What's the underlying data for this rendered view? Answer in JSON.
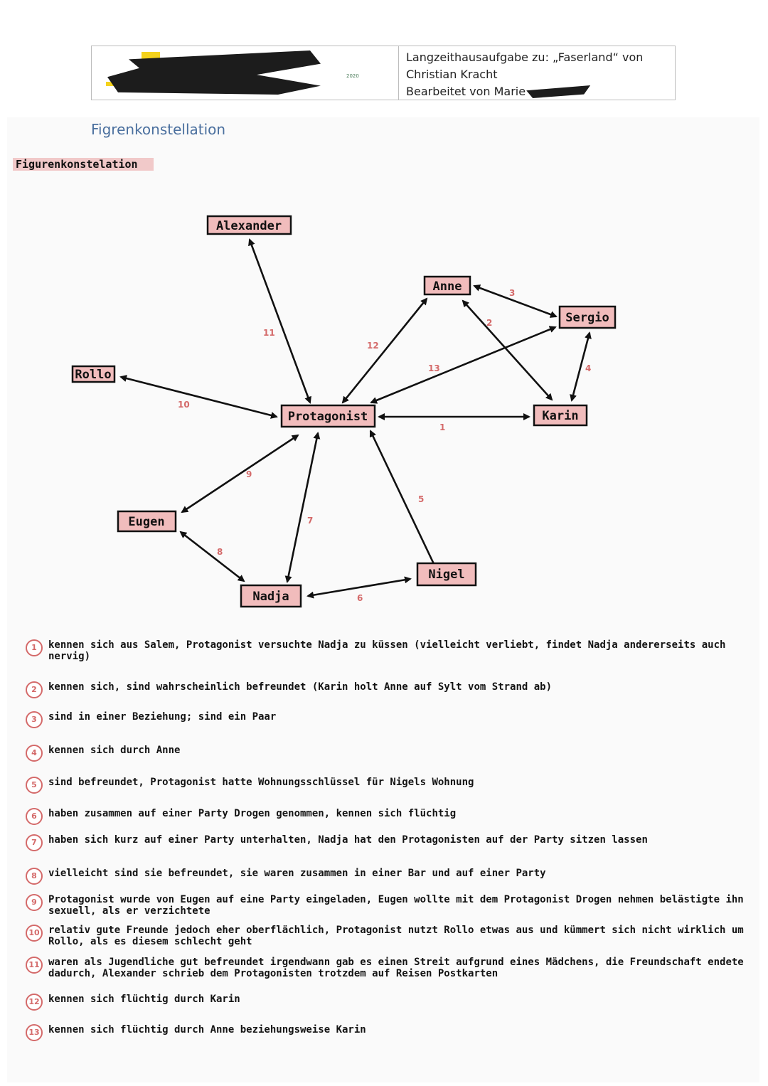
{
  "header": {
    "title_line1": "Langzeithausaufgabe zu: „Faserland“ von",
    "title_line2": "Christian Kracht",
    "title_line3": "Bearbeitet von Marie",
    "year_fragment": "2020"
  },
  "section_title": "Figrenkonstellation",
  "page_heading": "Figurenkonstelation",
  "colors": {
    "node_fill": "#f1bcbc",
    "accent_numbers": "#d46a6a",
    "heading_fill": "#f1c9c9",
    "section_title": "#4a6f9e"
  },
  "diagram": {
    "nodes": {
      "alexander": "Alexander",
      "anne": "Anne",
      "sergio": "Sergio",
      "rollo": "Rollo",
      "protagonist": "Protagonist",
      "karin": "Karin",
      "eugen": "Eugen",
      "nigel": "Nigel",
      "nadja": "Nadja"
    },
    "edge_numbers": [
      "1",
      "2",
      "3",
      "4",
      "5",
      "6",
      "7",
      "8",
      "9",
      "10",
      "11",
      "12",
      "13"
    ]
  },
  "notes": [
    {
      "num": "1",
      "text": "kennen sich aus Salem, Protagonist versuchte Nadja zu küssen (vielleicht verliebt, findet Nadja andererseits auch nervig)"
    },
    {
      "num": "2",
      "text": "kennen sich, sind wahrscheinlich befreundet (Karin holt Anne auf Sylt vom Strand ab)"
    },
    {
      "num": "3",
      "text": "sind in einer Beziehung; sind ein Paar"
    },
    {
      "num": "4",
      "text": "kennen sich durch Anne"
    },
    {
      "num": "5",
      "text": "sind befreundet, Protagonist hatte Wohnungsschlüssel für Nigels Wohnung"
    },
    {
      "num": "6",
      "text": "haben zusammen auf einer Party Drogen genommen, kennen sich flüchtig"
    },
    {
      "num": "7",
      "text": "haben sich kurz auf einer Party unterhalten, Nadja hat den Protagonisten auf der Party sitzen lassen"
    },
    {
      "num": "8",
      "text": "vielleicht sind sie befreundet, sie waren zusammen in einer Bar und auf einer Party"
    },
    {
      "num": "9",
      "text": "Protagonist wurde von Eugen auf eine Party eingeladen, Eugen wollte mit dem Protagonist Drogen nehmen belästigte ihn sexuell, als er verzichtete"
    },
    {
      "num": "10",
      "text": "relativ gute Freunde jedoch eher oberflächlich, Protagonist nutzt Rollo etwas aus und kümmert sich nicht wirklich um Rollo, als es diesem schlecht geht"
    },
    {
      "num": "11",
      "text": "waren als Jugendliche gut befreundet irgendwann gab es einen Streit aufgrund eines Mädchens, die Freundschaft endete dadurch, Alexander schrieb dem Protagonisten trotzdem auf Reisen Postkarten"
    },
    {
      "num": "12",
      "text": "kennen sich flüchtig durch Karin"
    },
    {
      "num": "13",
      "text": "kennen sich flüchtig durch Anne beziehungsweise Karin"
    }
  ]
}
